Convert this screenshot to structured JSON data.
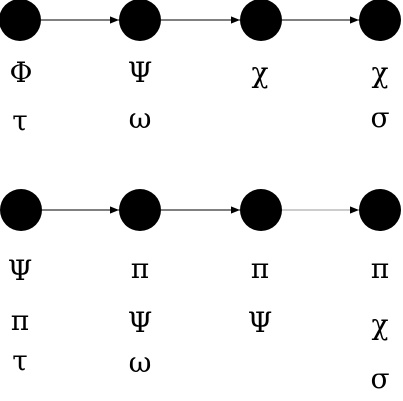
{
  "rows": [
    {
      "nodes": [
        {
          "labels": [
            "Φ",
            "τ"
          ]
        },
        {
          "labels": [
            "Ψ",
            "ω"
          ]
        },
        {
          "labels": [
            "χ"
          ]
        },
        {
          "labels": [
            "χ",
            "σ"
          ]
        }
      ]
    },
    {
      "nodes": [
        {
          "labels": [
            "Ψ",
            "π",
            "τ"
          ]
        },
        {
          "labels": [
            "π",
            "Ψ",
            "ω"
          ]
        },
        {
          "labels": [
            "π",
            "Ψ"
          ]
        },
        {
          "labels": [
            "π",
            "χ",
            "σ"
          ]
        }
      ]
    }
  ],
  "colors": {
    "node": "#000000",
    "edge": "#000000",
    "edge_faint": "#9a9a9a",
    "background": "#ffffff"
  }
}
